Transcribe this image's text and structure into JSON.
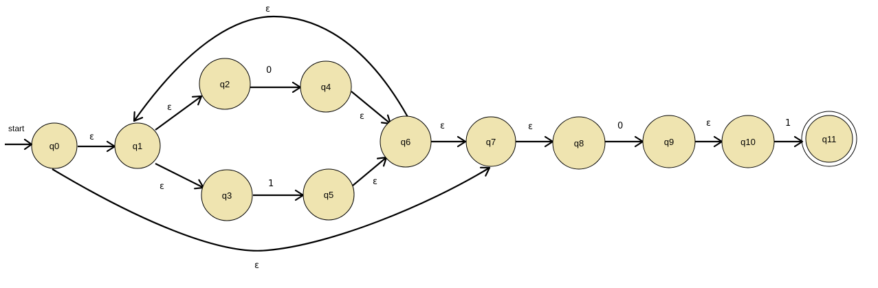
{
  "start_label": "start",
  "colors": {
    "state_fill": "#efe4b0",
    "stroke": "#000000",
    "background": "#ffffff"
  },
  "states": [
    {
      "id": "q0",
      "label": "q0",
      "accepting": false,
      "initial": true
    },
    {
      "id": "q1",
      "label": "q1",
      "accepting": false
    },
    {
      "id": "q2",
      "label": "q2",
      "accepting": false
    },
    {
      "id": "q3",
      "label": "q3",
      "accepting": false
    },
    {
      "id": "q4",
      "label": "q4",
      "accepting": false
    },
    {
      "id": "q5",
      "label": "q5",
      "accepting": false
    },
    {
      "id": "q6",
      "label": "q6",
      "accepting": false
    },
    {
      "id": "q7",
      "label": "q7",
      "accepting": false
    },
    {
      "id": "q8",
      "label": "q8",
      "accepting": false
    },
    {
      "id": "q9",
      "label": "q9",
      "accepting": false
    },
    {
      "id": "q10",
      "label": "q10",
      "accepting": false
    },
    {
      "id": "q11",
      "label": "q11",
      "accepting": true
    }
  ],
  "transitions": [
    {
      "id": "t-q0-q1",
      "from": "q0",
      "to": "q1",
      "label": "ε"
    },
    {
      "id": "t-q1-q2",
      "from": "q1",
      "to": "q2",
      "label": "ε"
    },
    {
      "id": "t-q1-q3",
      "from": "q1",
      "to": "q3",
      "label": "ε"
    },
    {
      "id": "t-q2-q4",
      "from": "q2",
      "to": "q4",
      "label": "0"
    },
    {
      "id": "t-q3-q5",
      "from": "q3",
      "to": "q5",
      "label": "1"
    },
    {
      "id": "t-q4-q6",
      "from": "q4",
      "to": "q6",
      "label": "ε"
    },
    {
      "id": "t-q5-q6",
      "from": "q5",
      "to": "q6",
      "label": "ε"
    },
    {
      "id": "t-q6-q1",
      "from": "q6",
      "to": "q1",
      "label": "ε"
    },
    {
      "id": "t-q6-q7",
      "from": "q6",
      "to": "q7",
      "label": "ε"
    },
    {
      "id": "t-q0-q7",
      "from": "q0",
      "to": "q7",
      "label": "ε"
    },
    {
      "id": "t-q7-q8",
      "from": "q7",
      "to": "q8",
      "label": "ε"
    },
    {
      "id": "t-q8-q9",
      "from": "q8",
      "to": "q9",
      "label": "0"
    },
    {
      "id": "t-q9-q10",
      "from": "q9",
      "to": "q10",
      "label": "ε"
    },
    {
      "id": "t-q10-q11",
      "from": "q10",
      "to": "q11",
      "label": "1"
    }
  ]
}
